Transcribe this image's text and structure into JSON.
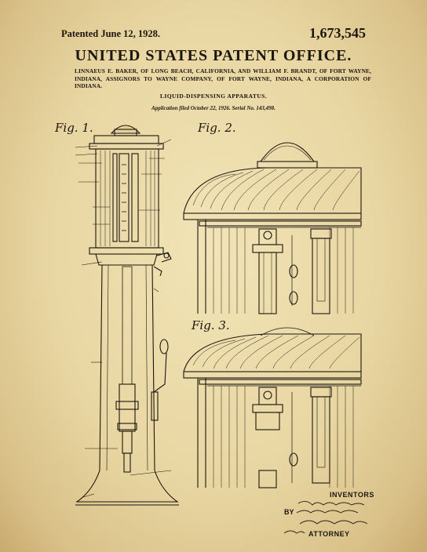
{
  "header": {
    "patented": "Patented June 12, 1928.",
    "number": "1,673,545",
    "office": "UNITED STATES PATENT OFFICE."
  },
  "inventors_text": "LINNAEUS E. BAKER, OF LONG BEACH, CALIFORNIA, AND WILLIAM F. BRANDT, OF FORT WAYNE, INDIANA, ASSIGNORS TO WAYNE COMPANY, OF FORT WAYNE, INDIANA, A CORPORATION OF INDIANA.",
  "invention_title": "LIQUID-DISPENSING APPARATUS.",
  "application_line": "Application filed October 22, 1926. Serial No. 143,498.",
  "figures": {
    "fig1": "Fig. 1.",
    "fig2": "Fig. 2.",
    "fig3": "Fig. 3."
  },
  "signature_block": {
    "inventors_label": "INVENTORS",
    "by_label": "BY",
    "attorney_label": "ATTORNEY"
  }
}
